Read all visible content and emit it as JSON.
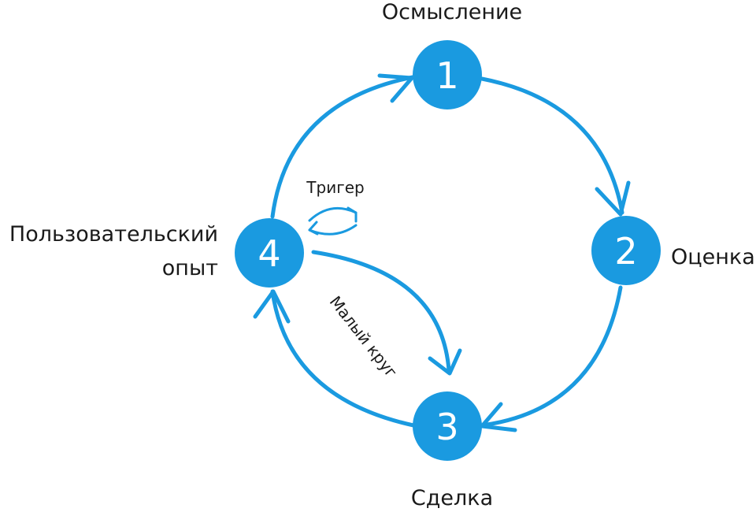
{
  "colors": {
    "accent": "#1a9ae0",
    "text": "#1a1a1a",
    "node_text": "#ffffff"
  },
  "nodes": [
    {
      "id": "1",
      "number": "1",
      "label": "Осмысление"
    },
    {
      "id": "2",
      "number": "2",
      "label": "Оценка"
    },
    {
      "id": "3",
      "number": "3",
      "label": "Сделка"
    },
    {
      "id": "4",
      "number": "4",
      "label_line1": "Пользовательский",
      "label_line2": "опыт"
    }
  ],
  "trigger_label": "Тригер",
  "small_loop_label": "Малый круг",
  "icons": {
    "cycle_arrows": "arrow-head-icon",
    "trigger": "refresh-icon"
  }
}
